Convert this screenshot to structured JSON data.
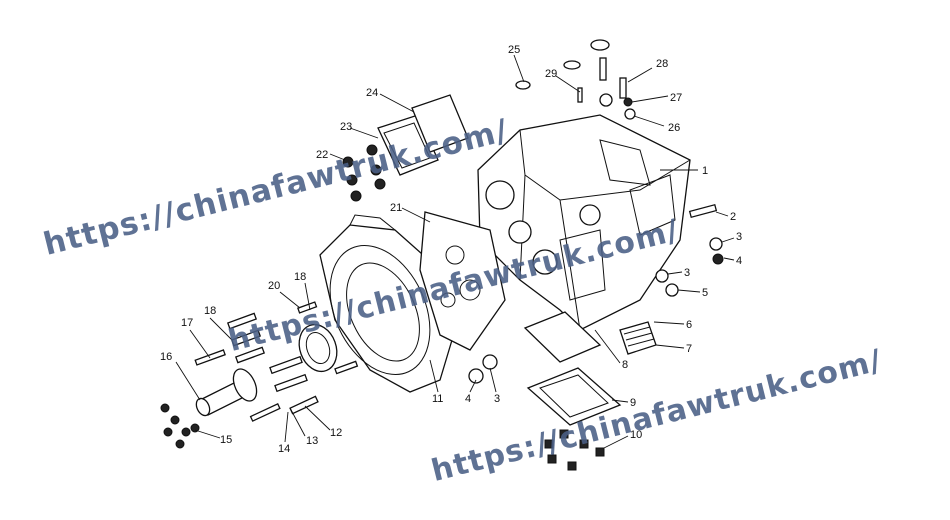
{
  "watermark_text": "https://chinafawtruk.com/",
  "callouts": [
    "1",
    "2",
    "3",
    "4",
    "3",
    "5",
    "6",
    "7",
    "8",
    "9",
    "10",
    "11",
    "4",
    "3",
    "12",
    "13",
    "14",
    "15",
    "16",
    "17",
    "18",
    "20",
    "18",
    "21",
    "22",
    "23",
    "24",
    "25",
    "29",
    "28",
    "27",
    "26"
  ]
}
